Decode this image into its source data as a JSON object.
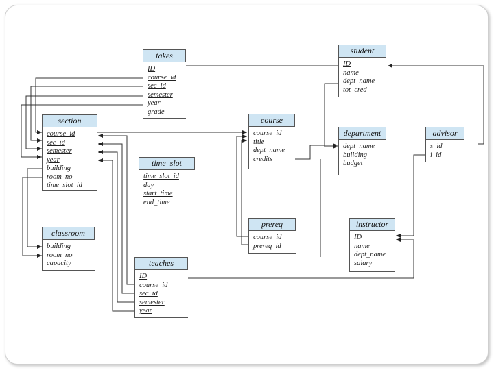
{
  "tables": {
    "takes": {
      "name": "takes",
      "attrs": [
        {
          "label": "ID",
          "pk": true
        },
        {
          "label": "course_id",
          "pk": true
        },
        {
          "label": "sec_id",
          "pk": true
        },
        {
          "label": "semester",
          "pk": true
        },
        {
          "label": "year",
          "pk": true
        },
        {
          "label": "grade",
          "pk": false
        }
      ]
    },
    "student": {
      "name": "student",
      "attrs": [
        {
          "label": "ID",
          "pk": true
        },
        {
          "label": "name",
          "pk": false
        },
        {
          "label": "dept_name",
          "pk": false
        },
        {
          "label": "tot_cred",
          "pk": false
        }
      ]
    },
    "section": {
      "name": "section",
      "attrs": [
        {
          "label": "course_id",
          "pk": true
        },
        {
          "label": "sec_id",
          "pk": true
        },
        {
          "label": "semester",
          "pk": true
        },
        {
          "label": "year",
          "pk": true
        },
        {
          "label": "building",
          "pk": false
        },
        {
          "label": "room_no",
          "pk": false
        },
        {
          "label": "time_slot_id",
          "pk": false
        }
      ]
    },
    "course": {
      "name": "course",
      "attrs": [
        {
          "label": "course_id",
          "pk": true
        },
        {
          "label": "title",
          "pk": false
        },
        {
          "label": "dept_name",
          "pk": false
        },
        {
          "label": "credits",
          "pk": false
        }
      ]
    },
    "department": {
      "name": "department",
      "attrs": [
        {
          "label": "dept_name",
          "pk": true
        },
        {
          "label": "building",
          "pk": false
        },
        {
          "label": "budget",
          "pk": false
        }
      ]
    },
    "advisor": {
      "name": "advisor",
      "attrs": [
        {
          "label": "s_id",
          "pk": true
        },
        {
          "label": "i_id",
          "pk": false
        }
      ]
    },
    "time_slot": {
      "name": "time_slot",
      "attrs": [
        {
          "label": "time_slot_id",
          "pk": true
        },
        {
          "label": "day",
          "pk": true
        },
        {
          "label": "start_time",
          "pk": true
        },
        {
          "label": "end_time",
          "pk": false
        }
      ]
    },
    "prereq": {
      "name": "prereq",
      "attrs": [
        {
          "label": "course_id",
          "pk": true
        },
        {
          "label": "prereq_id",
          "pk": true
        }
      ]
    },
    "classroom": {
      "name": "classroom",
      "attrs": [
        {
          "label": "building",
          "pk": true
        },
        {
          "label": "room_no",
          "pk": true
        },
        {
          "label": "capacity",
          "pk": false
        }
      ]
    },
    "instructor": {
      "name": "instructor",
      "attrs": [
        {
          "label": "ID",
          "pk": true
        },
        {
          "label": "name",
          "pk": false
        },
        {
          "label": "dept_name",
          "pk": false
        },
        {
          "label": "salary",
          "pk": false
        }
      ]
    },
    "teaches": {
      "name": "teaches",
      "attrs": [
        {
          "label": "ID",
          "pk": true
        },
        {
          "label": "course_id",
          "pk": true
        },
        {
          "label": "sec_id",
          "pk": true
        },
        {
          "label": "semester",
          "pk": true
        },
        {
          "label": "year",
          "pk": true
        }
      ]
    }
  },
  "colors": {
    "header_fill": "#cfe5f3",
    "line": "#333333"
  }
}
